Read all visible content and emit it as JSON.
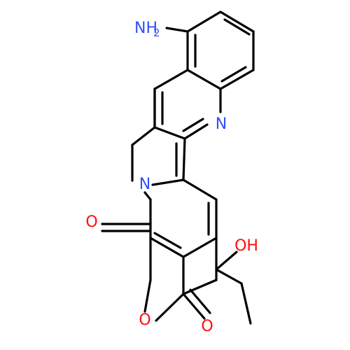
{
  "molecule": {
    "labels": {
      "amine": {
        "main": "NH",
        "sub": "2",
        "color": "#3050F8"
      },
      "pyridine_n": {
        "main": "N",
        "color": "#3050F8"
      },
      "ring_n": {
        "main": "N",
        "color": "#3050F8"
      },
      "ketone_o": {
        "main": "O",
        "color": "#FF0D0D"
      },
      "hydroxyl": {
        "main": "OH",
        "color": "#FF0D0D"
      },
      "ring_o": {
        "main": "O",
        "color": "#FF0D0D"
      },
      "lactone_o": {
        "main": "O",
        "color": "#FF0D0D"
      }
    },
    "bond_color": "#000000"
  }
}
